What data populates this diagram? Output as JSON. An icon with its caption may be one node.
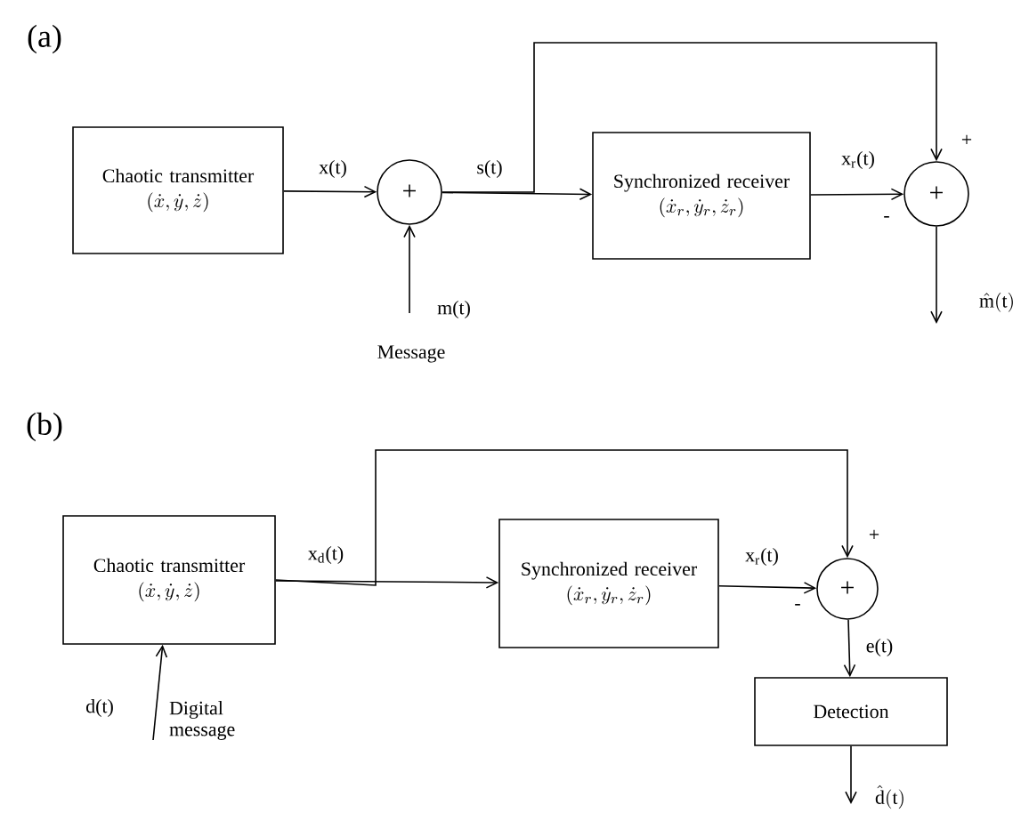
{
  "diagram": {
    "nodes": [
      {
        "text": [
          "Chaotic transmitter",
          "(\\dot{x},\\dot{y},\\dot{z})"
        ]
      },
      {
        "text": [
          "+"
        ]
      },
      {
        "text": [
          "Synchronized receiver",
          "(\\dot{x}_r,\\dot{y}_r,\\dot{z}_r)"
        ]
      },
      {
        "text": [
          "+"
        ],
        "beside": [
          "+",
          "-"
        ]
      },
      {
        "text": [
          "Chaotic transmitter",
          "(\\dot{x},\\dot{y},\\dot{z})"
        ]
      },
      {
        "text": [
          "Synchronized receiver",
          "(\\dot{x}_r,\\dot{y}_r,\\dot{z}_r)"
        ]
      },
      {
        "text": [
          "+"
        ],
        "beside": [
          "+",
          "-"
        ]
      },
      {
        "text": [
          "Detection"
        ]
      }
    ],
    "edges": [
      {
        "from": 0,
        "to": 1,
        "arrow": "to",
        "label": "x(t)"
      },
      {
        "from": 1,
        "to": 2,
        "arrow": "to",
        "label": "s(t)"
      },
      {
        "from": 1,
        "to": 3,
        "arrow": "to"
      },
      {
        "from": 2,
        "to": 3,
        "arrow": "to",
        "label": "x$_{r}$(t)"
      },
      {
        "from": null,
        "to": 1,
        "arrow": "to",
        "label": "m(t)"
      },
      {
        "from": 3,
        "to": null,
        "arrow": "to",
        "label": "\\hat{\\mathrm{m}}(\\mathrm{t})"
      },
      {
        "from": 4,
        "to": 5,
        "arrow": "to",
        "label": "x$_{d}$(t)"
      },
      {
        "from": 4,
        "to": 6,
        "arrow": "to"
      },
      {
        "from": 5,
        "to": 6,
        "arrow": "to",
        "label": "x$_{r}$(t)"
      },
      {
        "from": 6,
        "to": 7,
        "arrow": "to",
        "label": "e(t)"
      },
      {
        "from": 7,
        "to": null,
        "arrow": "to",
        "label": "\\hat{\\mathrm{d}}(\\mathrm{t})"
      },
      {
        "from": null,
        "to": 4,
        "arrow": "to",
        "label": "d(t)"
      }
    ],
    "labels": [
      "(a)",
      "Message",
      "(b)",
      "Digital message"
    ]
  }
}
